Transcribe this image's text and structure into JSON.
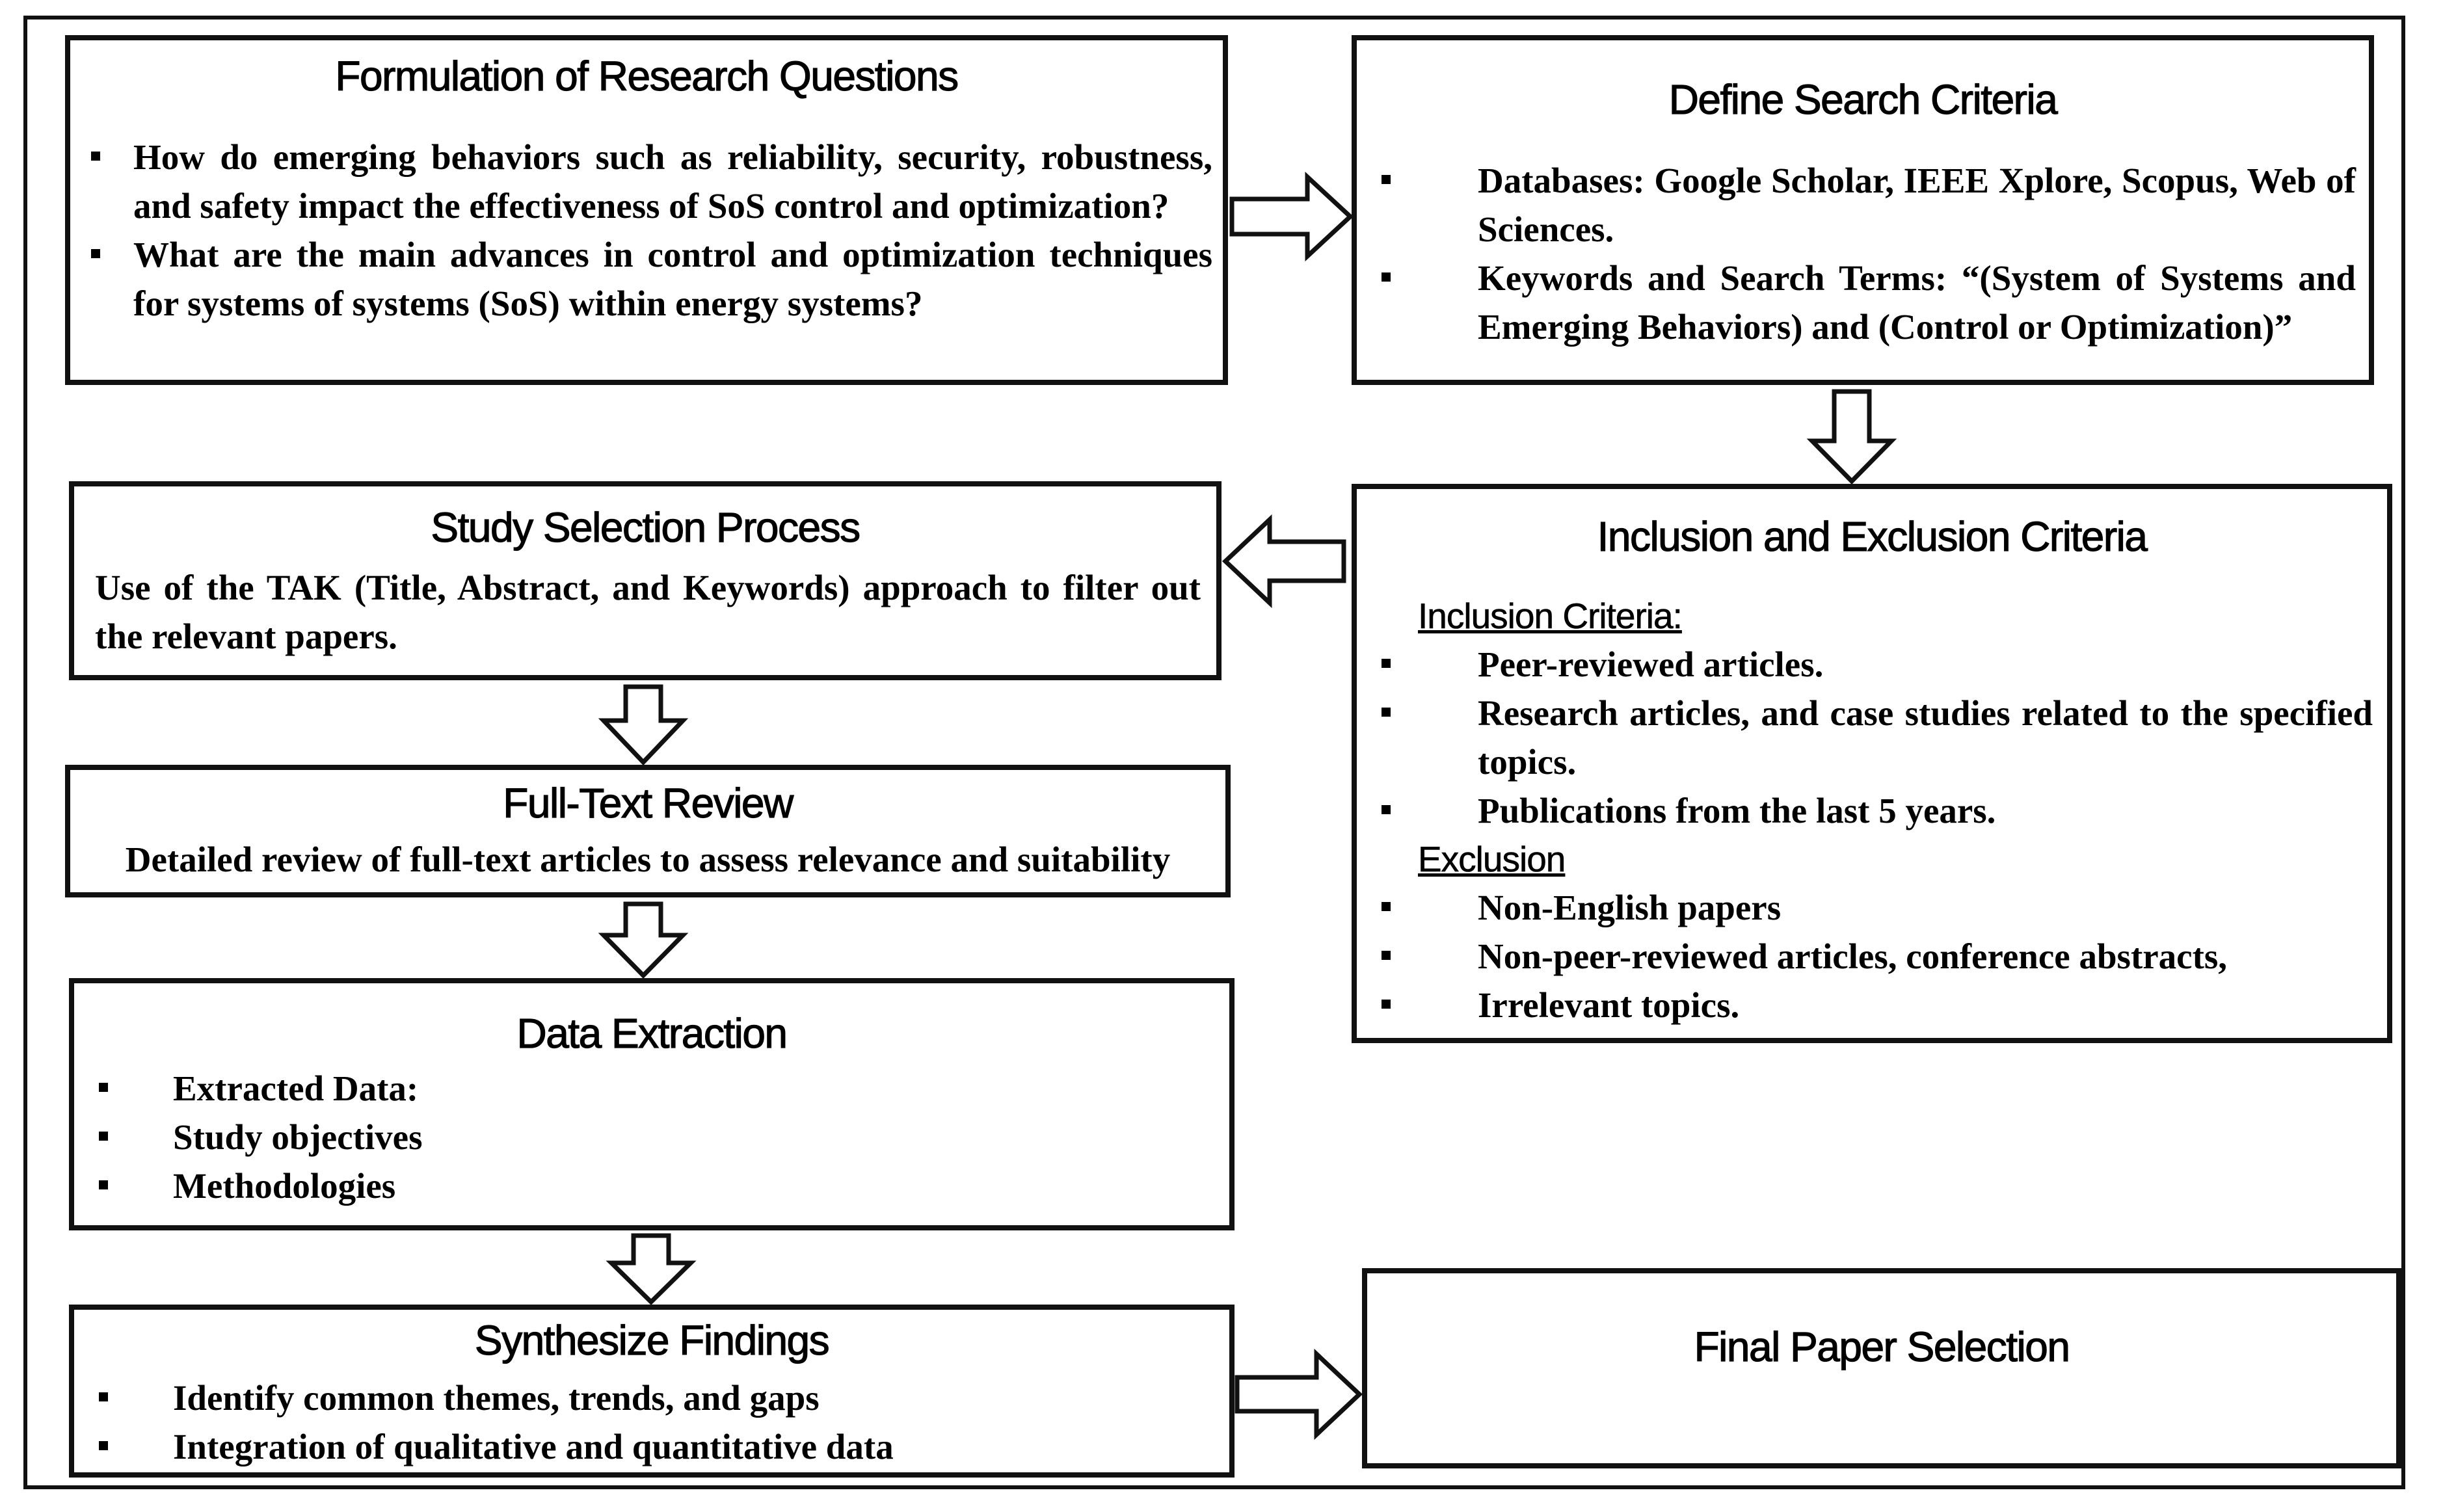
{
  "boxes": {
    "research_questions": {
      "title": "Formulation of Research Questions",
      "items": [
        "How do emerging behaviors such as reliability, security, robustness, and safety impact the effectiveness of SoS control and optimization?",
        "What are the main advances in control and optimization techniques for systems of systems (SoS) within energy systems?"
      ]
    },
    "search_criteria": {
      "title": "Define Search Criteria",
      "items": [
        "Databases: Google Scholar, IEEE Xplore, Scopus, Web of Sciences.",
        "Keywords and Search Terms: “(System of Systems and Emerging Behaviors) and (Control or Optimization)”"
      ]
    },
    "inclusion_exclusion": {
      "title": "Inclusion and Exclusion Criteria",
      "inclusion_heading": "Inclusion Criteria:",
      "inclusion_items": [
        "Peer-reviewed articles.",
        "Research articles, and case studies related to the specified topics.",
        "Publications from the last 5 years."
      ],
      "exclusion_heading": "Exclusion",
      "exclusion_items": [
        "Non-English papers",
        "Non-peer-reviewed articles, conference abstracts,",
        "Irrelevant topics."
      ]
    },
    "study_selection": {
      "title": "Study Selection Process",
      "text": "Use of the TAK (Title, Abstract, and Keywords) approach to filter out the relevant papers."
    },
    "full_text_review": {
      "title": "Full-Text Review",
      "text": "Detailed review of full-text articles to assess relevance and suitability"
    },
    "data_extraction": {
      "title": "Data Extraction",
      "items": [
        "Extracted Data:",
        "Study objectives",
        "Methodologies"
      ]
    },
    "synthesize_findings": {
      "title": "Synthesize Findings",
      "items": [
        "Identify common themes, trends, and gaps",
        "Integration of qualitative and quantitative data"
      ]
    },
    "final_selection": {
      "title": "Final Paper Selection"
    }
  }
}
